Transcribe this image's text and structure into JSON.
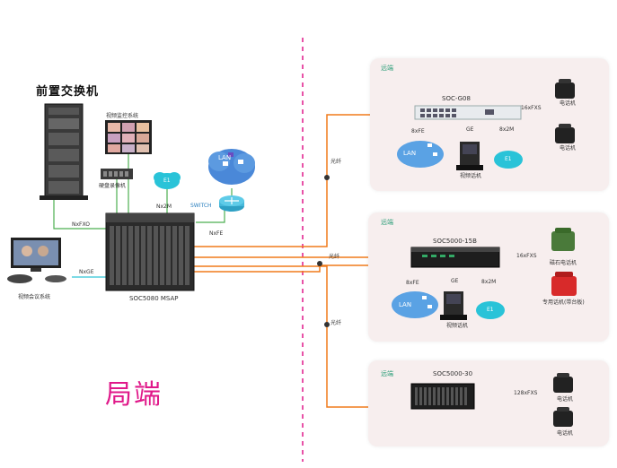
{
  "labels": {
    "front_switch": "前置交换机",
    "video_monitor": "视频监控系统",
    "dvr": "硬盘录像机",
    "video_conf": "视频会议系统",
    "msap": "SOC5080 MSAP",
    "switch": "SWITCH",
    "bureau": "局端",
    "lan": "LAN",
    "cloud_1": "E1",
    "cloud_2": "E1",
    "cloud_3": "E1",
    "cloud_4": "E1"
  },
  "links": {
    "nxfxo": "NxFXO",
    "nx2m": "Nx2M",
    "nxfe": "NxFE",
    "nxge": "NxGE",
    "fiber_1": "光纤",
    "fiber_2": "光纤",
    "fiber_3": "光纤"
  },
  "remote_sites": [
    {
      "title": "远端",
      "device": "SOC-G08",
      "link_fe": "8xFE",
      "link_ge": "GE",
      "link_2m": "8x2M",
      "link_fxs": "16xFXS",
      "video_phone": "视频话机",
      "phone_a": "电话机",
      "phone_b": "电话机"
    },
    {
      "title": "远端",
      "device": "SOC5000-15B",
      "link_fe": "8xFE",
      "link_ge": "GE",
      "link_2m": "8x2M",
      "link_fxs": "16xFXS",
      "video_phone": "视频话机",
      "phone_a": "磁石电话机",
      "phone_b": "专用话机(带台板)"
    },
    {
      "title": "远端",
      "device": "SOC5000-30",
      "link_fxs": "128xFXS",
      "phone_a": "电话机",
      "phone_b": "电话机"
    }
  ],
  "colors": {
    "fiber": "#f07a1a",
    "green_link": "#4caf50",
    "cyan_link": "#2ec4d6",
    "divider": "#e0198a",
    "panel": "#f7eeee",
    "bureau_text": "#e0198a",
    "remote_text": "#2f9f7a"
  }
}
